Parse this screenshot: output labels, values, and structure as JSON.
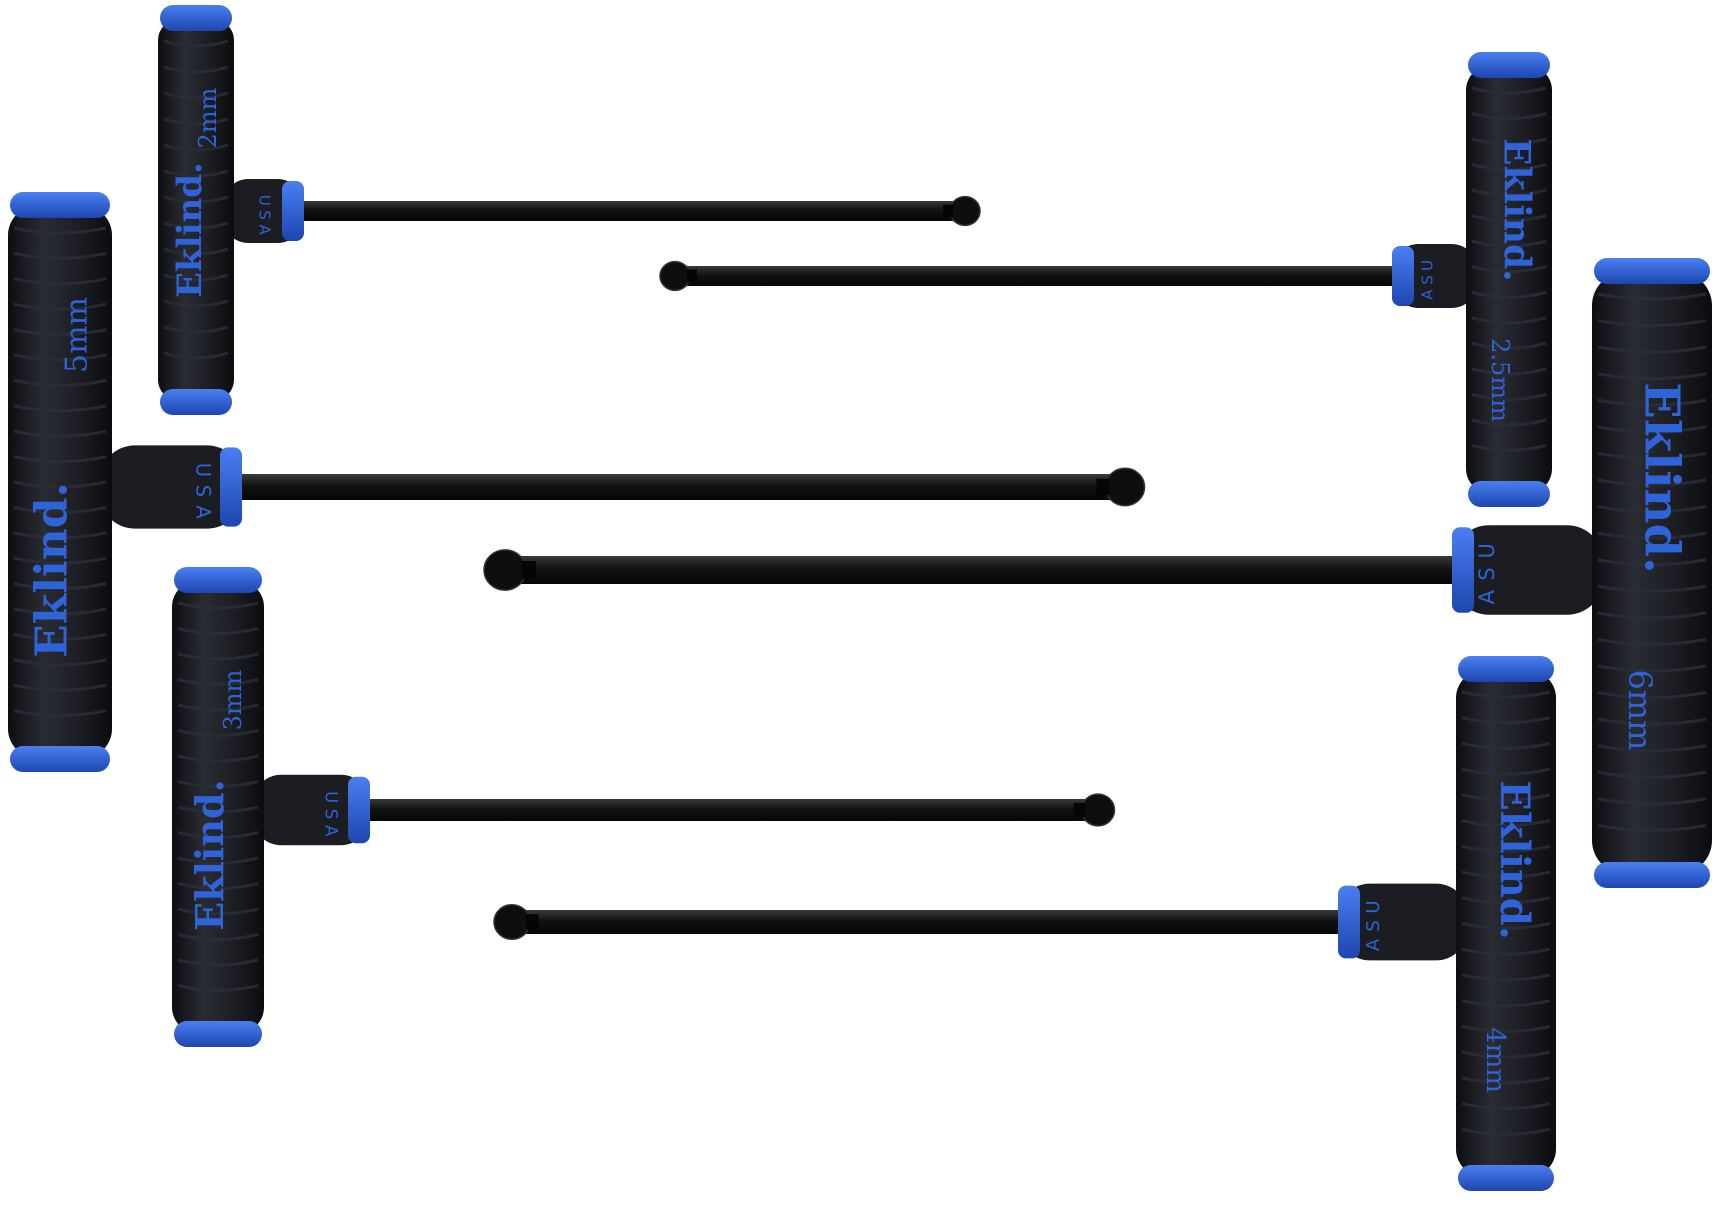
{
  "colors": {
    "background": "#ffffff",
    "grip": "#1b1d22",
    "grip_rib": "#2c2e36",
    "accent_blue": "#2f63d8",
    "shaft": "#141414"
  },
  "tools": [
    {
      "brand": "Eklind.",
      "origin": [
        "U",
        "S",
        "A"
      ],
      "size": "2mm"
    },
    {
      "brand": "Eklind.",
      "origin": [
        "U",
        "S",
        "A"
      ],
      "size": "2.5mm"
    },
    {
      "brand": "Eklind.",
      "origin": [
        "U",
        "S",
        "A"
      ],
      "size": "5mm"
    },
    {
      "brand": "Eklind.",
      "origin": [
        "U",
        "S",
        "A"
      ],
      "size": "6mm"
    },
    {
      "brand": "Eklind.",
      "origin": [
        "U",
        "S",
        "A"
      ],
      "size": "3mm"
    },
    {
      "brand": "Eklind.",
      "origin": [
        "U",
        "S",
        "A"
      ],
      "size": "4mm"
    }
  ]
}
